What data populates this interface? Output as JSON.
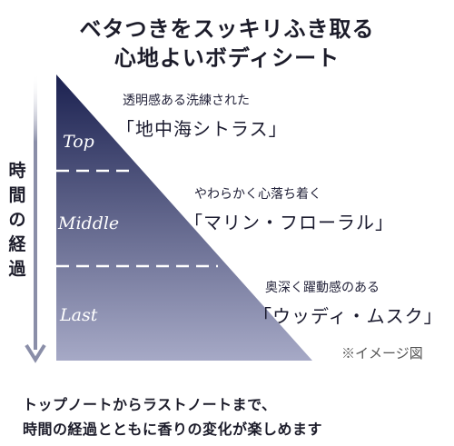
{
  "title": {
    "line1": "ベタつきをスッキリふき取る",
    "line2": "心地よいボディシート"
  },
  "axis_label": [
    "時",
    "間",
    "の",
    "経",
    "過"
  ],
  "stages": [
    {
      "name": "Top",
      "desc": "透明感ある洗練された",
      "scent": "「地中海シトラス」"
    },
    {
      "name": "Middle",
      "desc": "やわらかく心落ち着く",
      "scent": "「マリン・フローラル」"
    },
    {
      "name": "Last",
      "desc": "奥深く躍動感のある",
      "scent": "「ウッディ・ムスク」"
    }
  ],
  "image_note": "※イメージ図",
  "bottom_text": {
    "line1": "トップノートからラストノートまで、",
    "line2": "時間の経過とともに香りの変化が楽しめます"
  },
  "colors": {
    "triangle_top": "#1b2150",
    "triangle_bottom": "#a6a9c6",
    "arrow": "#8a8ea8",
    "divider": "#ffffff"
  }
}
